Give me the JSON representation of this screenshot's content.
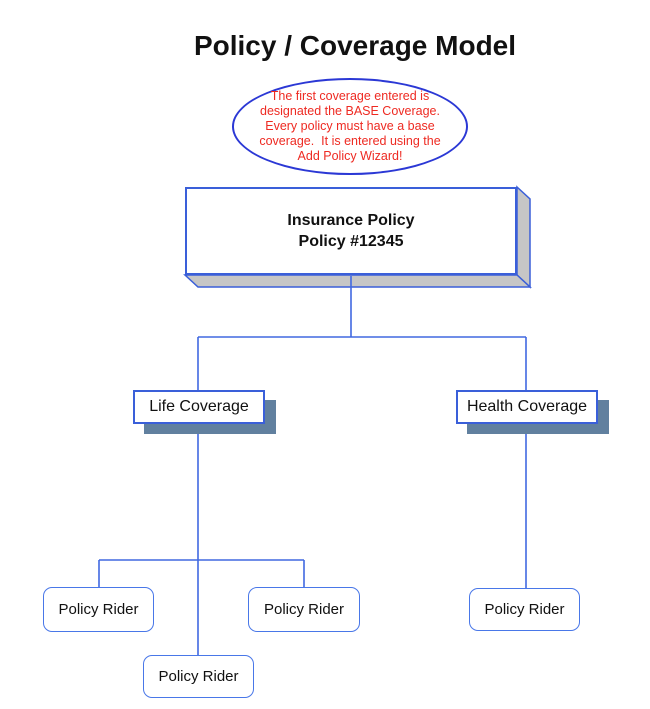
{
  "title": "Policy / Coverage Model",
  "callout": {
    "text": "The first coverage entered is\ndesignated the BASE Coverage.\nEvery policy must have a base\ncoverage.  It is entered using the\nAdd Policy Wizard!",
    "text_color": "#ee2a22",
    "border_color": "#2b38d5"
  },
  "root_node": {
    "line1": "Insurance Policy",
    "line2": "Policy #12345"
  },
  "branches": [
    {
      "label": "Life Coverage"
    },
    {
      "label": "Health Coverage"
    }
  ],
  "riders": [
    {
      "label": "Policy Rider"
    },
    {
      "label": "Policy Rider"
    },
    {
      "label": "Policy Rider"
    },
    {
      "label": "Policy Rider"
    }
  ],
  "colors": {
    "connector_blue": "#4169e1",
    "node_border_blue": "#3a5fd9",
    "ellipse_border_blue": "#2b38d5",
    "shadow_slate": "#61809f",
    "box_side_gray": "#c6c6c6",
    "callout_text_red": "#ee2a22"
  }
}
